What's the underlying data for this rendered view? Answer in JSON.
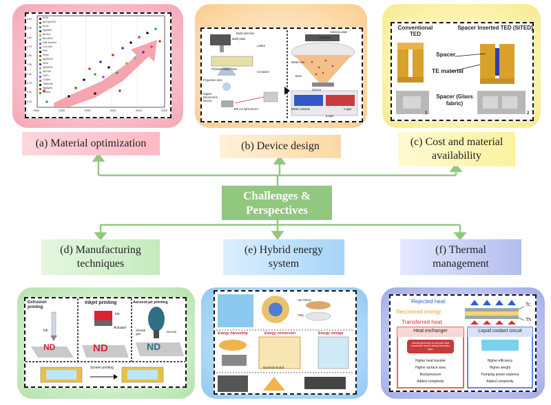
{
  "center": {
    "line1": "Challenges &",
    "line2": "Perspectives"
  },
  "labels": {
    "a": "(a) Material optimization",
    "b": "(b) Device design",
    "c_line1": "(c) Cost and material",
    "c_line2": "availability",
    "d_line1": "(d) Manufacturing",
    "d_line2": "techniques",
    "e_line1": "(e) Hybrid energy",
    "e_line2": "system",
    "f_line1": "(f)  Thermal",
    "f_line2": "management"
  },
  "panel_a": {
    "x_ticks": [
      "1960",
      "2000",
      "2005",
      "2010",
      "2015",
      "2020"
    ],
    "y_ticks": [
      "2.50",
      "2.25",
      "2.00",
      "1.75",
      "1.50",
      "1.25",
      "1.00",
      "0.75",
      "0.50",
      "0.25"
    ],
    "legend": [
      "PbTe",
      "(Bi,Sb)2Te3",
      "SnSe",
      "Mg3Sb2",
      "Bi2Te3",
      "BiCuSeO",
      "Half-Heusler",
      "Cu2-xSe",
      "PbS",
      "PbSe",
      "AgSbTe2",
      "SiGe",
      "AgSbTe2",
      "Sb2Te3",
      "GeTe",
      "CoSb3",
      "Clathrate",
      "MgAgSb",
      "In4Se3"
    ],
    "accent": "#f4949f"
  },
  "panel_b": {
    "labels": {
      "build_direction": "Build direction",
      "build_plate": "Build plate",
      "lattice": "Lattice",
      "resin": "Photosensitive resin",
      "container": "Container",
      "projection": "Projection lens",
      "dmd": "Digital Micromirror Device",
      "light": "405 nm light source",
      "substrate": "Substrate",
      "alumina": "Alumina plate",
      "metal_ions": "Metal ions",
      "boat": "Boat",
      "source": "Source",
      "metal_contacts": "Metal contacts",
      "ntype": "n-type",
      "ptype": "p-type"
    }
  },
  "panel_c": {
    "conventional": "Conventional TED",
    "sited": "Spacer Inserted TED (SITED)",
    "spacer": "Spacer",
    "te_material": "TE material",
    "glass": "Spacer (Glass fabric)",
    "num1": "1",
    "num2": "2"
  },
  "panel_d": {
    "extrusion": "Extrusion printing",
    "inkjet": "Inkjet printing",
    "aerosol": "Aerosol-jet printing",
    "ink1": "Ink",
    "ink2": "Ink",
    "actuator": "Actuator",
    "aerosol_label": "Aerosol",
    "sheath": "Sheath gas",
    "screen": "Screen printing",
    "nd": "ND"
  },
  "panel_e": {
    "harvest": "Energy harvesting",
    "conversion": "Energy conversion",
    "storage": "Energy storage",
    "ae_teng": "AE-TENG",
    "tmc": "TMC",
    "bacterial": "Bacterial board"
  },
  "panel_f": {
    "rejected": "Rejected heat",
    "recovered": "Recovered energy",
    "transferred": "Transferred heat",
    "tc": "Tc",
    "th": "Th",
    "hx_title": "Heat exchanger",
    "hx_note": "Internal geometry to promote heat conduction and/or disrupt boundary layer",
    "hx_items": [
      "Higher heat transfer",
      "Higher surface area",
      "Backpressure",
      "Added complexity"
    ],
    "lc_title": "Liquid coolant circuit",
    "lc_items": [
      "Higher efficiency",
      "Higher weight",
      "Pumping power expense",
      "Added complexity"
    ],
    "colors": {
      "rejected": "#2b5fd9",
      "recovered": "#e7a21a",
      "transferred": "#e0302a"
    }
  }
}
